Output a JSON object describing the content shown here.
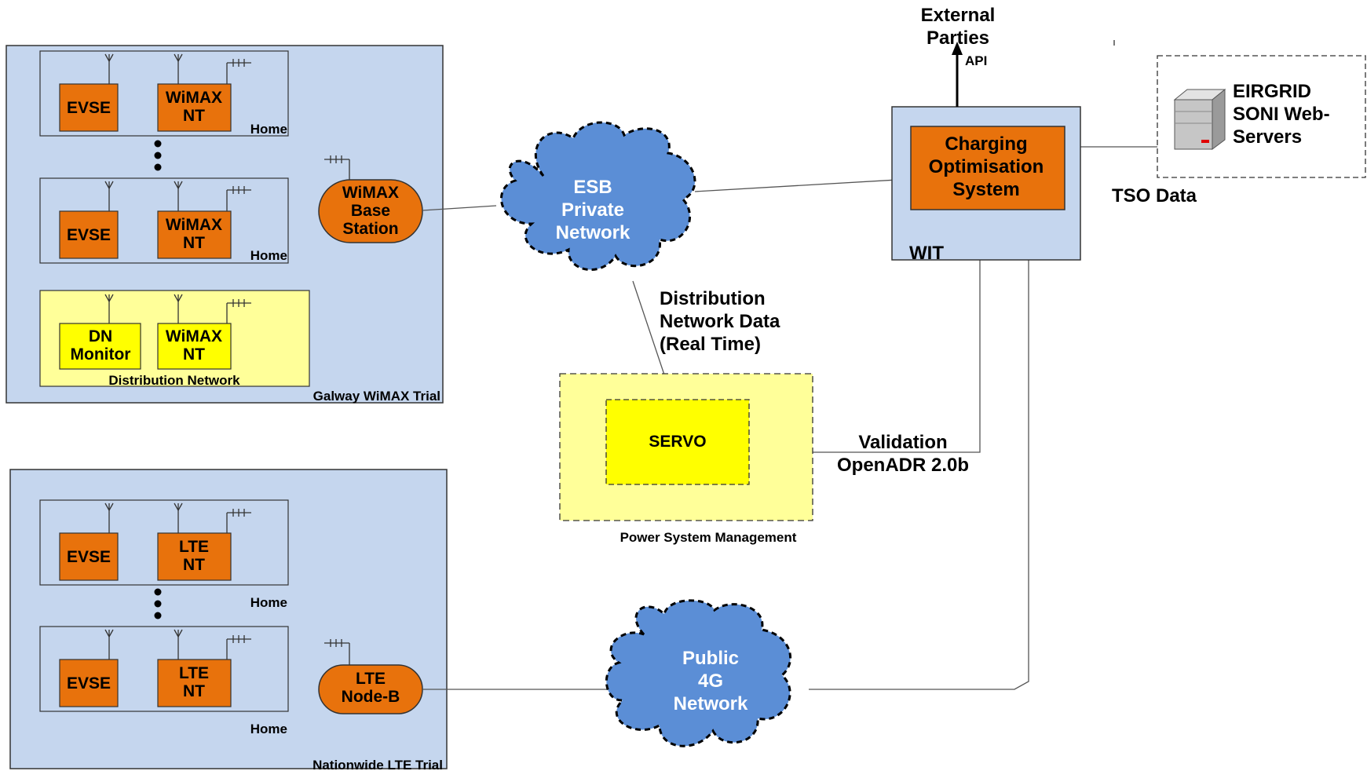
{
  "colors": {
    "region_blue": "#c5d6ee",
    "device_orange": "#e8720c",
    "device_yellow": "#ffff00",
    "yellow_panel": "#ffff99",
    "cloud_blue": "#5b8ed6",
    "line": "#555555"
  },
  "wimax_trial": {
    "title": "Galway WiMAX Trial",
    "home_label": "Home",
    "evse_label": "EVSE",
    "nt_label_1": "WiMAX",
    "nt_label_2": "NT",
    "dist_net": {
      "title": "Distribution Network",
      "monitor_1": "DN",
      "monitor_2": "Monitor",
      "nt_1": "WiMAX",
      "nt_2": "NT"
    },
    "base_station": [
      "WiMAX",
      "Base",
      "Station"
    ]
  },
  "lte_trial": {
    "title": "Nationwide LTE Trial",
    "home_label": "Home",
    "evse_label": "EVSE",
    "nt_label_1": "LTE",
    "nt_label_2": "NT",
    "node_b": [
      "LTE",
      "Node-B"
    ]
  },
  "esb_cloud": [
    "ESB",
    "Private",
    "Network"
  ],
  "public_cloud": [
    "Public",
    "4G",
    "Network"
  ],
  "distribution_data": [
    "Distribution",
    "Network Data",
    "(Real Time)"
  ],
  "servo": {
    "label": "SERVO",
    "panel_label": "Power System Management"
  },
  "validation": [
    "Validation",
    "OpenADR 2.0b"
  ],
  "wit": {
    "label": "WIT",
    "cos": [
      "Charging",
      "Optimisation",
      "System"
    ]
  },
  "external": {
    "lines": [
      "External",
      "Parties"
    ],
    "api": "API"
  },
  "eirgrid": {
    "lines": [
      "EIRGRID",
      "SONI Web-",
      "Servers"
    ],
    "icon": "server-icon"
  },
  "tso_data": "TSO Data"
}
